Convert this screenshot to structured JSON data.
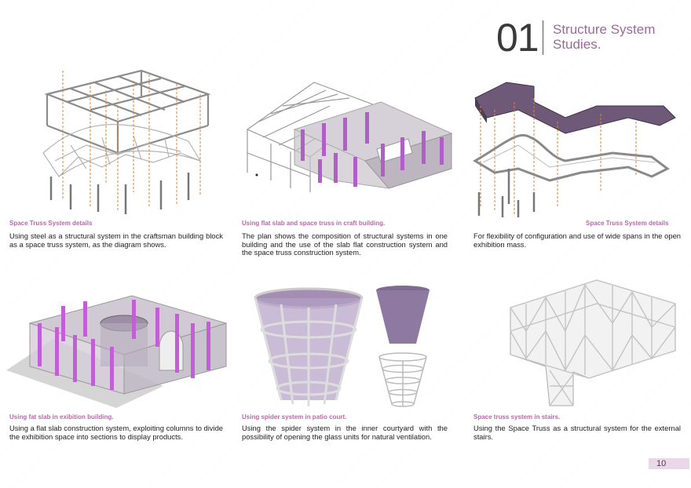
{
  "header": {
    "number": "01",
    "title": "Structure System Studies."
  },
  "panels": [
    {
      "caption": "Space Truss System details",
      "text": "Using steel as a structural system in the craftsman building block as a space truss system, as the diagram shows."
    },
    {
      "caption": "Using flat slab and space truss in craft building.",
      "text": "The plan shows the composition of structural systems in one building and the use of the slab flat construction system and the space truss construction system."
    },
    {
      "caption": "Space Truss System details",
      "text": "For flexibility of configuration and use of wide spans in the open exhibition mass."
    },
    {
      "caption": "Using fat slab in exibition building.",
      "text": "Using a flat slab construction system, exploiting columns to divide the exhibition space into sections to display products."
    },
    {
      "caption": "Using spider system in patio court.",
      "text": "Using the spider system in the inner courtyard with the possibility of opening the glass units for natural ventilation."
    },
    {
      "caption": "Space truss system in stairs.",
      "text": "Using the Space Truss as a structural system for the external stairs."
    }
  ],
  "page_number": "10",
  "colors": {
    "accent": "#9b6a9b",
    "purple": "#b05fc7",
    "orange": "#e0803a",
    "steel": "#8c8c8c"
  }
}
